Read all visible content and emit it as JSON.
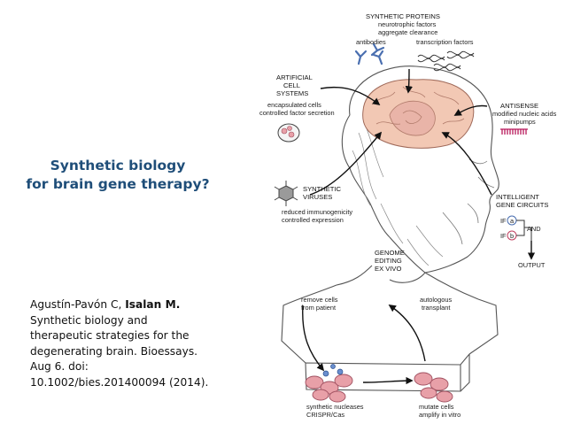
{
  "slide": {
    "title_line1": "Synthetic biology",
    "title_line2": "for brain gene therapy?",
    "citation": {
      "authors_plain": "Agustín-Pavón C, ",
      "authors_bold": "Isalan M.",
      "line2": "Synthetic biology and",
      "line3": "therapeutic strategies for the",
      "line4": "degenerating brain. Bioessays.",
      "line5": "Aug 6. doi:",
      "line6": "10.1002/bies.201400094 (2014)."
    }
  },
  "figure": {
    "synthetic_proteins": {
      "title": "SYNTHETIC PROTEINS",
      "sub1": "neurotrophic factors",
      "sub2": "aggregate clearance",
      "antibodies": "antibodies",
      "transcription_factors": "transcription factors"
    },
    "artificial_cell_systems": {
      "line1": "ARTIFICIAL",
      "line2": "CELL",
      "line3": "SYSTEMS",
      "sub1": "encapsulated cells",
      "sub2": "controlled factor secretion"
    },
    "antisense": {
      "title": "ANTISENSE",
      "sub1": "modified nucleic acids",
      "sub2": "minipumps"
    },
    "synthetic_viruses": {
      "line1": "SYNTHETIC",
      "line2": "VIRUSES",
      "sub1": "reduced immunogenicity",
      "sub2": "controlled expression"
    },
    "intelligent_gene_circuits": {
      "line1": "INTELLIGENT",
      "line2": "GENE CIRCUITS",
      "if1": "IF",
      "a": "a",
      "and": "AND",
      "if2": "IF",
      "b": "b",
      "output": "OUTPUT"
    },
    "genome_editing": {
      "line1": "GENOME",
      "line2": "EDITING",
      "line3": "EX VIVO"
    },
    "remove_cells": {
      "line1": "remove cells",
      "line2": "from patient"
    },
    "autologous": {
      "line1": "autologous",
      "line2": "transplant"
    },
    "nucleases": {
      "line1": "synthetic nucleases",
      "line2": "CRISPR/Cas"
    },
    "mutate": {
      "line1": "mutate cells",
      "line2": "amplify in vitro"
    }
  },
  "colors": {
    "title": "#1f4e79",
    "brain": "#f2c8b4",
    "brain_highlight": "#e9b4a8",
    "cells": "#e8a0a8",
    "antisense_bars": "#b8185a"
  }
}
